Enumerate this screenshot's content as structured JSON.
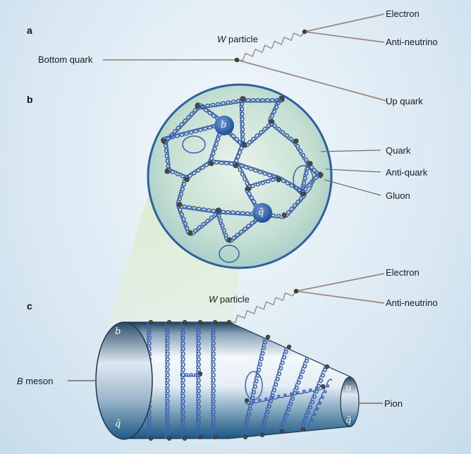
{
  "panels": {
    "a": "a",
    "b": "b",
    "c": "c"
  },
  "panel_a": {
    "w_particle_symbol": "W",
    "w_particle_text": " particle",
    "bottom_quark": "Bottom quark",
    "electron": "Electron",
    "anti_neutrino": "Anti-neutrino",
    "up_quark": "Up quark"
  },
  "panel_b": {
    "quark": "Quark",
    "anti_quark": "Anti-quark",
    "gluon": "Gluon",
    "b_symbol": "b",
    "qbar_symbol": "q̄"
  },
  "panel_c": {
    "w_particle_symbol": "W",
    "w_particle_text": " particle",
    "electron": "Electron",
    "anti_neutrino": "Anti-neutrino",
    "b_meson_symbol": "B",
    "b_meson_text": " meson",
    "pion": "Pion",
    "b_symbol": "b",
    "qbar_left_symbol": "q̄",
    "u_symbol": "u",
    "qbar_right_symbol": "q̄"
  },
  "colors": {
    "leader_line": "#9a8a82",
    "gluon": "#3a5fa8",
    "sphere_fill": "#c9e3d6",
    "sphere_edge": "#2e5f9e",
    "quark_ball": "#2d5fa6",
    "vertex": "#4a4a4a",
    "cone": "#dcebc9",
    "tube_dark": "#1f5b86"
  }
}
